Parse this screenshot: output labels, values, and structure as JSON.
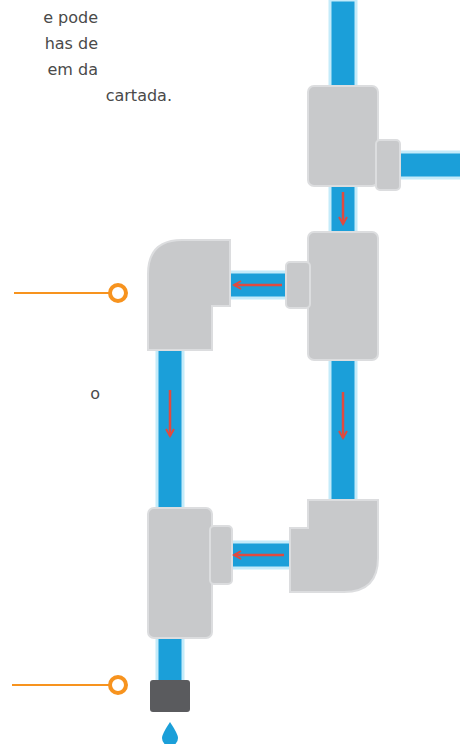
{
  "diagram": {
    "labels": [
      "e pode",
      "has de",
      "em da",
      "cartada.",
      "o"
    ]
  }
}
